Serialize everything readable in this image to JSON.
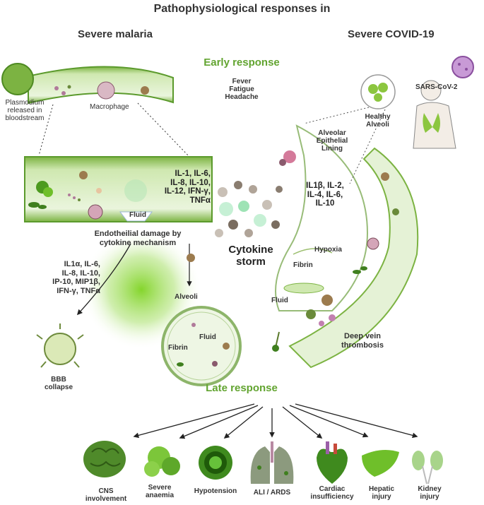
{
  "title": "Pathophysiological responses in",
  "columns": {
    "left": "Severe malaria",
    "right": "Severe COVID-19"
  },
  "phases": {
    "early": "Early response",
    "late": "Late response"
  },
  "malaria": {
    "plasmodium": [
      "Plasmodium",
      "released in",
      "bloodstream"
    ],
    "macrophage": "Macrophage",
    "vessel_cytokines": [
      "IL-1, IL-6,",
      "IL-8, IL-10,",
      "IL-12, IFN-γ,",
      "TNFα"
    ],
    "fluid": "Fluid",
    "endothelial_damage": [
      "Endotheilial damage by",
      "cytokine mechanism"
    ],
    "bbb_cytokines": [
      "IL1α, IL-6,",
      "IL-8, IL-10,",
      "IP-10, MIP1β,",
      "IFN-γ, TNFα"
    ],
    "bbb_collapse": [
      "BBB",
      "collapse"
    ],
    "alveoli": "Alveoli",
    "alveoli_fluid": "Fluid",
    "alveoli_fibrin": "Fibrin"
  },
  "shared": {
    "symptoms": [
      "Fever",
      "Fatigue",
      "Headache"
    ],
    "cytokine_storm": [
      "Cytokine",
      "storm"
    ]
  },
  "covid": {
    "virus": "SARS-CoV-2",
    "healthy_alveoli": [
      "Healthy",
      "Alveoli"
    ],
    "epithelial": [
      "Alveolar",
      "Epithelial",
      "Lining"
    ],
    "cytokines": [
      "IL1β, IL-2,",
      "IL-4, IL-6,",
      "IL-10"
    ],
    "hypoxia": "Hypoxia",
    "fibrin": "Fibrin",
    "fluid": "Fluid",
    "dvt": [
      "Deep vein",
      "thrombosis"
    ]
  },
  "late_outcomes": [
    {
      "label": [
        "CNS",
        "involvement"
      ],
      "icon": "brain-icon"
    },
    {
      "label": [
        "Severe",
        "anaemia"
      ],
      "icon": "blood-cells-icon"
    },
    {
      "label": [
        "Hypotension"
      ],
      "icon": "vessel-cross-section-icon"
    },
    {
      "label": [
        "ALI / ARDS"
      ],
      "icon": "lungs-icon"
    },
    {
      "label": [
        "Cardiac",
        "insufficiency"
      ],
      "icon": "heart-icon"
    },
    {
      "label": [
        "Hepatic",
        "injury"
      ],
      "icon": "liver-icon"
    },
    {
      "label": [
        "Kidney",
        "injury"
      ],
      "icon": "kidneys-icon"
    }
  ],
  "colors": {
    "accent_green": "#62a430",
    "vessel_green": "#8cc63f",
    "dark_green": "#3c7a1e",
    "virus_purple": "#9b5fa8"
  }
}
